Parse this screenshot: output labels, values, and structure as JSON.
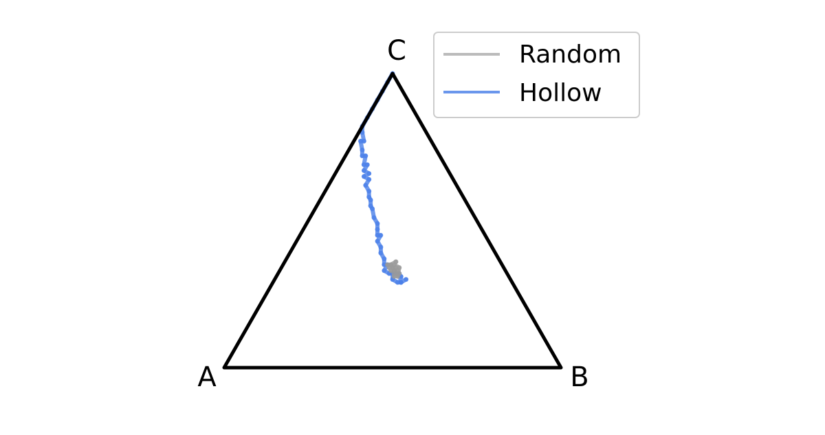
{
  "chart_data": {
    "type": "ternary-line",
    "vertex_labels": {
      "a": "A",
      "b": "B",
      "c": "C"
    },
    "legend": {
      "placement": "top-right"
    },
    "series": [
      {
        "name": "Random",
        "color": "#9a9a9a",
        "legend_color": "#bbbbbb",
        "points": [
          [
            0.33,
            0.34,
            0.33
          ],
          [
            0.34,
            0.33,
            0.33
          ],
          [
            0.33,
            0.32,
            0.35
          ],
          [
            0.32,
            0.34,
            0.34
          ],
          [
            0.34,
            0.35,
            0.31
          ],
          [
            0.33,
            0.33,
            0.34
          ],
          [
            0.31,
            0.33,
            0.36
          ],
          [
            0.33,
            0.32,
            0.35
          ],
          [
            0.34,
            0.31,
            0.35
          ],
          [
            0.33,
            0.35,
            0.32
          ],
          [
            0.32,
            0.36,
            0.32
          ],
          [
            0.33,
            0.34,
            0.33
          ],
          [
            0.32,
            0.33,
            0.35
          ],
          [
            0.31,
            0.35,
            0.34
          ],
          [
            0.33,
            0.36,
            0.31
          ],
          [
            0.32,
            0.35,
            0.33
          ],
          [
            0.34,
            0.32,
            0.34
          ],
          [
            0.33,
            0.33,
            0.34
          ]
        ]
      },
      {
        "name": "Hollow",
        "color": "#4a7fe8",
        "legend_color": "#6a96ec",
        "points": [
          [
            0.0,
            0.0,
            1.0
          ],
          [
            0.03,
            0.0,
            0.97
          ],
          [
            0.06,
            0.0,
            0.94
          ],
          [
            0.09,
            0.0,
            0.91
          ],
          [
            0.12,
            0.0,
            0.88
          ],
          [
            0.15,
            0.0,
            0.85
          ],
          [
            0.18,
            0.0,
            0.82
          ],
          [
            0.19,
            0.01,
            0.8
          ],
          [
            0.2,
            0.03,
            0.77
          ],
          [
            0.21,
            0.02,
            0.77
          ],
          [
            0.22,
            0.04,
            0.74
          ],
          [
            0.23,
            0.05,
            0.72
          ],
          [
            0.22,
            0.06,
            0.72
          ],
          [
            0.24,
            0.07,
            0.69
          ],
          [
            0.23,
            0.08,
            0.69
          ],
          [
            0.25,
            0.08,
            0.67
          ],
          [
            0.24,
            0.1,
            0.66
          ],
          [
            0.26,
            0.09,
            0.65
          ],
          [
            0.25,
            0.11,
            0.64
          ],
          [
            0.27,
            0.11,
            0.62
          ],
          [
            0.27,
            0.13,
            0.6
          ],
          [
            0.28,
            0.14,
            0.58
          ],
          [
            0.28,
            0.15,
            0.57
          ],
          [
            0.29,
            0.16,
            0.55
          ],
          [
            0.29,
            0.17,
            0.54
          ],
          [
            0.3,
            0.19,
            0.51
          ],
          [
            0.3,
            0.21,
            0.49
          ],
          [
            0.31,
            0.22,
            0.47
          ],
          [
            0.32,
            0.23,
            0.45
          ],
          [
            0.31,
            0.24,
            0.45
          ],
          [
            0.33,
            0.24,
            0.43
          ],
          [
            0.33,
            0.26,
            0.41
          ],
          [
            0.34,
            0.27,
            0.39
          ],
          [
            0.34,
            0.29,
            0.37
          ],
          [
            0.35,
            0.3,
            0.35
          ],
          [
            0.34,
            0.31,
            0.35
          ],
          [
            0.36,
            0.31,
            0.33
          ],
          [
            0.35,
            0.33,
            0.32
          ],
          [
            0.34,
            0.34,
            0.32
          ],
          [
            0.35,
            0.35,
            0.3
          ],
          [
            0.34,
            0.37,
            0.29
          ],
          [
            0.33,
            0.38,
            0.29
          ],
          [
            0.32,
            0.37,
            0.31
          ],
          [
            0.33,
            0.35,
            0.32
          ],
          [
            0.32,
            0.36,
            0.32
          ],
          [
            0.33,
            0.38,
            0.29
          ],
          [
            0.31,
            0.39,
            0.3
          ]
        ]
      }
    ]
  }
}
